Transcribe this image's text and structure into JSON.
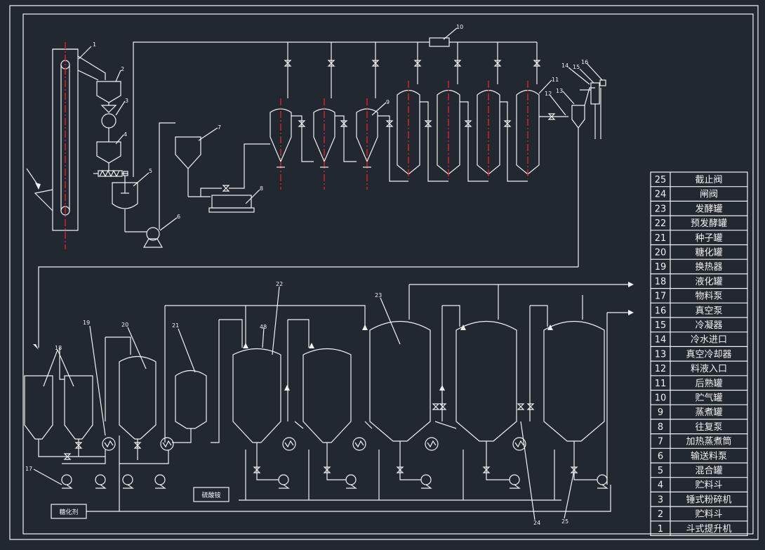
{
  "title_block": {
    "rows": [
      {
        "no": "25",
        "name": "截止阀"
      },
      {
        "no": "24",
        "name": "闸阀"
      },
      {
        "no": "23",
        "name": "发酵罐"
      },
      {
        "no": "22",
        "name": "预发酵罐"
      },
      {
        "no": "21",
        "name": "种子罐"
      },
      {
        "no": "20",
        "name": "糖化罐"
      },
      {
        "no": "19",
        "name": "换热器"
      },
      {
        "no": "18",
        "name": "液化罐"
      },
      {
        "no": "17",
        "name": "物料泵"
      },
      {
        "no": "16",
        "name": "真空泵"
      },
      {
        "no": "15",
        "name": "冷凝器"
      },
      {
        "no": "14",
        "name": "冷水进口"
      },
      {
        "no": "13",
        "name": "真空冷却器"
      },
      {
        "no": "12",
        "name": "料液入口"
      },
      {
        "no": "11",
        "name": "后熟罐"
      },
      {
        "no": "10",
        "name": "贮气罐"
      },
      {
        "no": "9",
        "name": "蒸煮罐"
      },
      {
        "no": "8",
        "name": "往复泵"
      },
      {
        "no": "7",
        "name": "加热蒸煮筒"
      },
      {
        "no": "6",
        "name": "输送料泵"
      },
      {
        "no": "5",
        "name": "混合罐"
      },
      {
        "no": "4",
        "name": "贮料斗"
      },
      {
        "no": "3",
        "name": "锤式粉碎机"
      },
      {
        "no": "2",
        "name": "贮料斗"
      },
      {
        "no": "1",
        "name": "斗式提升机"
      }
    ]
  },
  "labels": {
    "l1": "1",
    "l2": "2",
    "l3": "3",
    "l4": "4",
    "l5": "5",
    "l6": "6",
    "l7": "7",
    "l8": "8",
    "l9": "9",
    "l10": "10",
    "l11": "11",
    "l12": "12",
    "l13": "13",
    "l14": "14",
    "l15": "15",
    "l16": "16",
    "l17": "17",
    "l18": "18",
    "l19": "19",
    "l20": "20",
    "l21": "21",
    "l22": "22",
    "l23": "23",
    "l24": "24",
    "l25": "25",
    "l48": "48"
  },
  "boxes": {
    "box1": "糖化剂",
    "box2": "硫酸铵"
  }
}
